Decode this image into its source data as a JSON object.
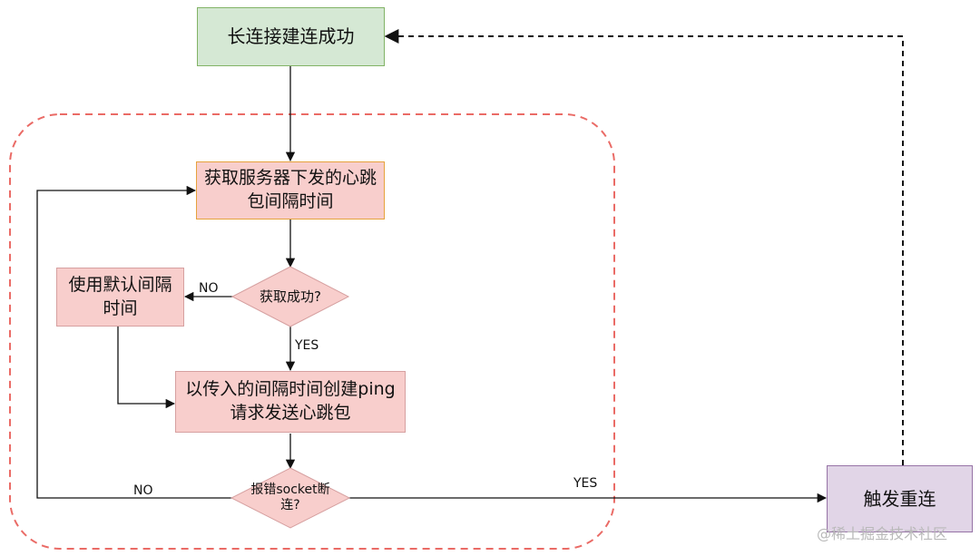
{
  "nodes": {
    "start": "长连接建连成功",
    "fetch_interval": "获取服务器下发的心跳包间隔时间",
    "fetch_success_decision": "获取成功?",
    "default_interval": "使用默认间隔时间",
    "create_ping": "以传入的间隔时间创建ping请求发送心跳包",
    "socket_error_decision": "报错socket断连?",
    "reconnect": "触发重连"
  },
  "edge_labels": {
    "fetch_no": "NO",
    "fetch_yes": "YES",
    "socket_no": "NO",
    "socket_yes": "YES"
  },
  "watermark": "@稀土掘金技术社区",
  "colors": {
    "start_fill": "#d5e8d4",
    "process_fill": "#f8cecc",
    "reconnect_fill": "#e1d5e7",
    "loop_border": "#ea6b66"
  }
}
